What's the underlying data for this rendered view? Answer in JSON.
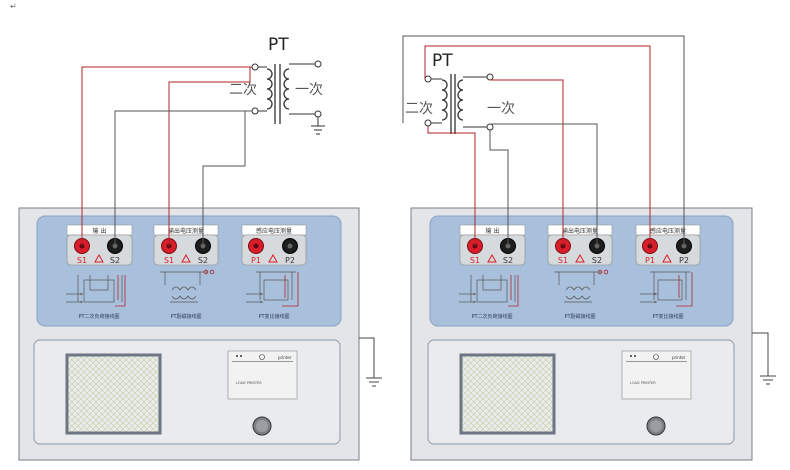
{
  "corner_mark": "↵",
  "diagrams": [
    {
      "pt_title": "PT",
      "secondary_label": "二次",
      "primary_label": "一次",
      "groups": [
        {
          "label": "输  出",
          "t1": "S1",
          "t2": "S2",
          "caption": "PT二次负荷接线图"
        },
        {
          "label": "输出电压测量",
          "t1": "S1",
          "t2": "S2",
          "caption": "PT励磁接线图"
        },
        {
          "label": "感应电压测量",
          "t1": "P1",
          "t2": "P2",
          "caption": "PT变比接线图"
        }
      ],
      "printer_label": "printer",
      "printer_small_text": "LOAD PRINTER"
    },
    {
      "pt_title": "PT",
      "secondary_label": "二次",
      "primary_label": "一次",
      "groups": [
        {
          "label": "输  出",
          "t1": "S1",
          "t2": "S2",
          "caption": "PT二次负荷接线图"
        },
        {
          "label": "输出电压测量",
          "t1": "S1",
          "t2": "S2",
          "caption": "PT励磁接线图"
        },
        {
          "label": "感应电压测量",
          "t1": "P1",
          "t2": "P2",
          "caption": "PT变比接线图"
        }
      ],
      "printer_label": "printer",
      "printer_small_text": "LOAD PRINTER"
    }
  ],
  "colors": {
    "wire_red": "#b0262a",
    "wire_gray": "#555555",
    "panel_blue": "#a9c0dc",
    "device_gray": "#e3e5e8",
    "terminal_red": "#d81e2a",
    "screen_green": "#d9e5b7"
  }
}
